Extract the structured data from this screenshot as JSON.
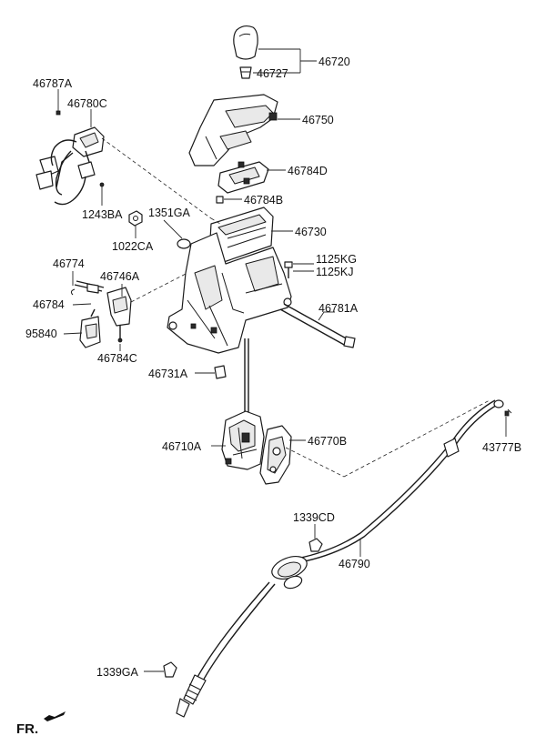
{
  "diagram": {
    "orientation_label": "FR.",
    "part_labels": {
      "p46720": "46720",
      "p46727": "46727",
      "p46787A": "46787A",
      "p46780C": "46780C",
      "p46750": "46750",
      "p46784D": "46784D",
      "p46784B": "46784B",
      "p1243BA": "1243BA",
      "p1351GA": "1351GA",
      "p1022CA": "1022CA",
      "p46730": "46730",
      "p46774": "46774",
      "p46746A": "46746A",
      "p1125KG": "1125KG",
      "p1125KJ": "1125KJ",
      "p46784": "46784",
      "p95840": "95840",
      "p46784C": "46784C",
      "p46781A": "46781A",
      "p46731A": "46731A",
      "p46710A": "46710A",
      "p46770B": "46770B",
      "p43777B": "43777B",
      "p1339CD": "1339CD",
      "p46790": "46790",
      "p1339GA": "1339GA"
    }
  }
}
